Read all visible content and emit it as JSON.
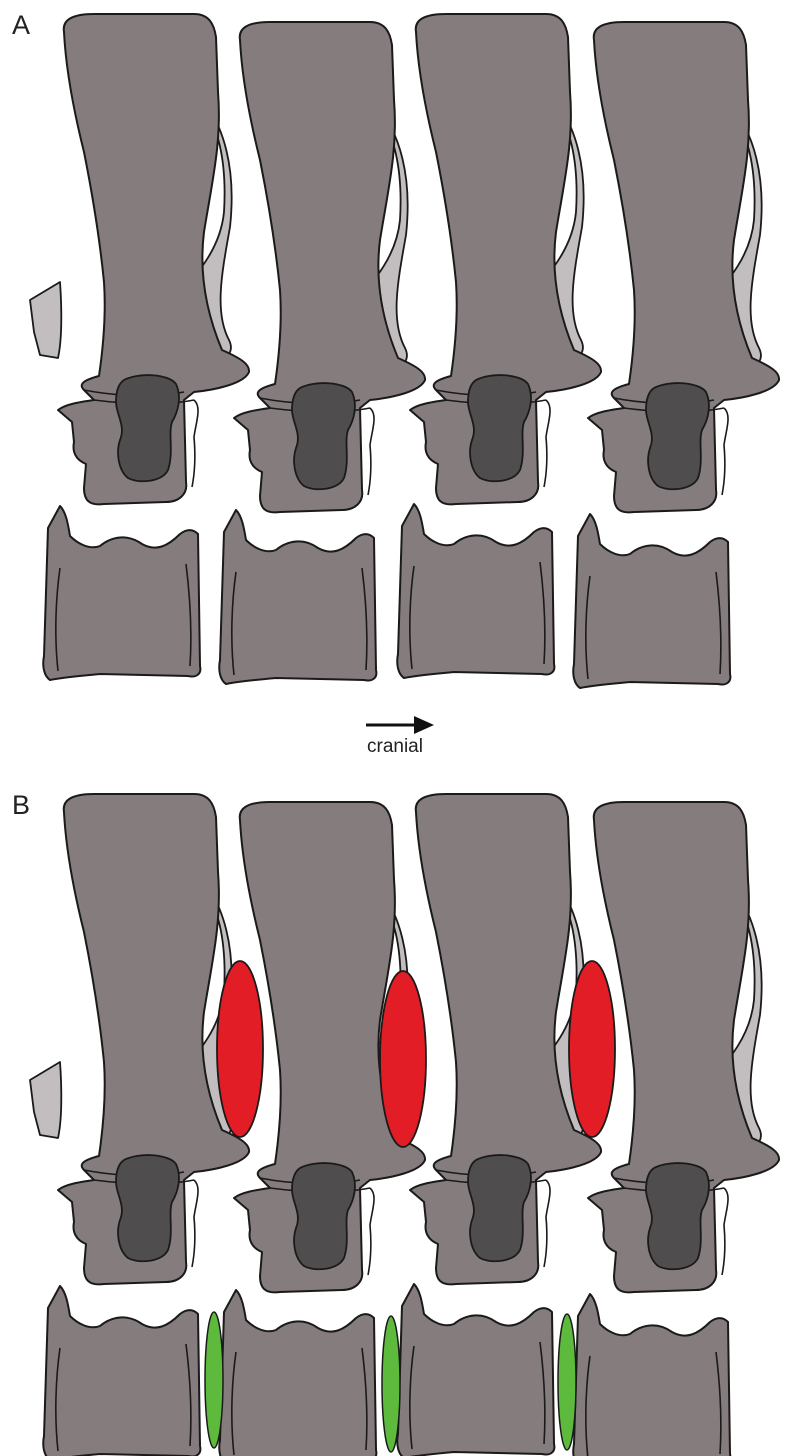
{
  "panels": [
    {
      "id": "A",
      "label": "A",
      "vertebra_count": 4,
      "facet_markers": 0,
      "disc_markers": 0
    },
    {
      "id": "B",
      "label": "B",
      "vertebra_count": 4,
      "facet_markers": 3,
      "disc_markers": 3
    }
  ],
  "direction": {
    "label": "cranial",
    "icon": "arrow-right-icon"
  },
  "colors": {
    "bone": "#857c7d",
    "process": "#c2bec0",
    "foramen": "#4f4d4e",
    "facet_marker": "#e31d25",
    "disc_marker": "#5dba3d",
    "outline": "#1a1a1a"
  }
}
